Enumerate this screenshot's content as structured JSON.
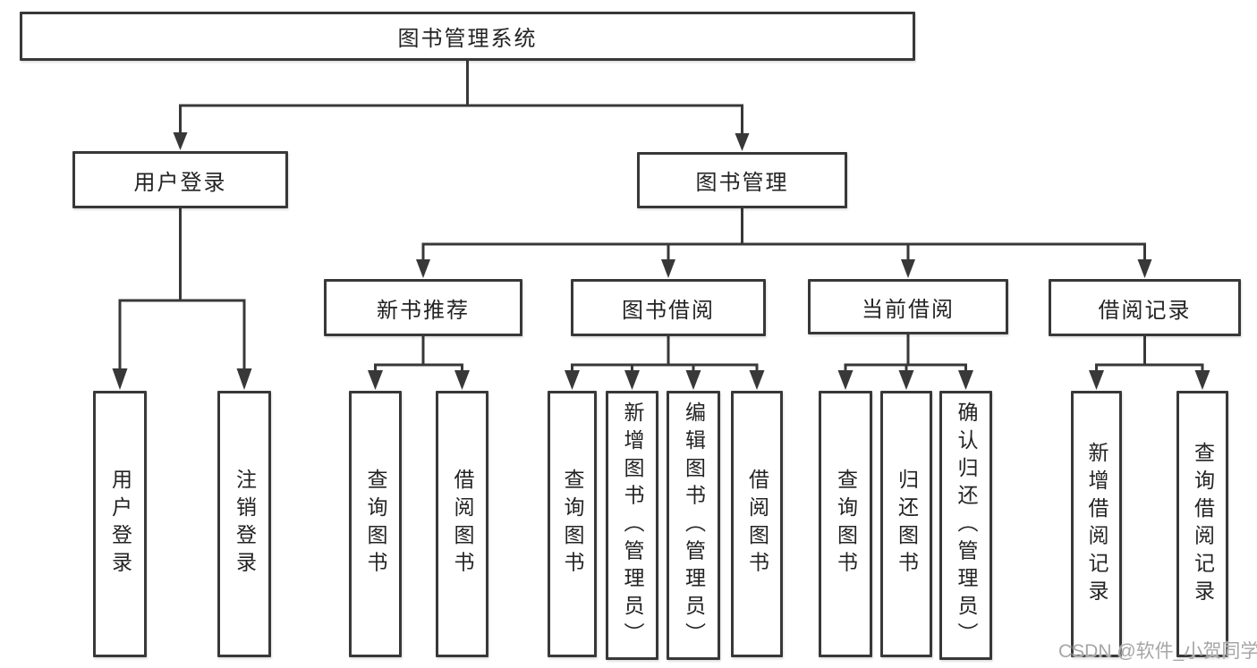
{
  "diagram": {
    "colors": {
      "line": "#383838",
      "box_border": "#383838",
      "box_background": "#ffffff",
      "text": "#232323",
      "watermark": "#a6a6a6"
    },
    "nodes": {
      "root": {
        "label": "图书管理系统"
      },
      "login": {
        "label": "用户登录"
      },
      "mgmt": {
        "label": "图书管理"
      },
      "newbook": {
        "label": "新书推荐"
      },
      "borrow": {
        "label": "图书借阅"
      },
      "current": {
        "label": "当前借阅"
      },
      "record": {
        "label": "借阅记录"
      },
      "login_leaf_login": {
        "label": "用户登录"
      },
      "login_leaf_logout": {
        "label": "注销登录"
      },
      "newbook_leaf_query": {
        "label": "查询图书"
      },
      "newbook_leaf_borrow": {
        "label": "借阅图书"
      },
      "borrow_leaf_query": {
        "label": "查询图书"
      },
      "borrow_leaf_add": {
        "label": "新增图书（管理员）"
      },
      "borrow_leaf_edit": {
        "label": "编辑图书（管理员）"
      },
      "borrow_leaf_borrow": {
        "label": "借阅图书"
      },
      "current_leaf_query": {
        "label": "查询图书"
      },
      "current_leaf_return": {
        "label": "归还图书"
      },
      "current_leaf_confirm": {
        "label": "确认归还（管理员）"
      },
      "record_leaf_add": {
        "label": "新增借阅记录"
      },
      "record_leaf_query": {
        "label": "查询借阅记录"
      }
    },
    "watermark": {
      "text": "CSDN @软件_小贺同学"
    }
  }
}
